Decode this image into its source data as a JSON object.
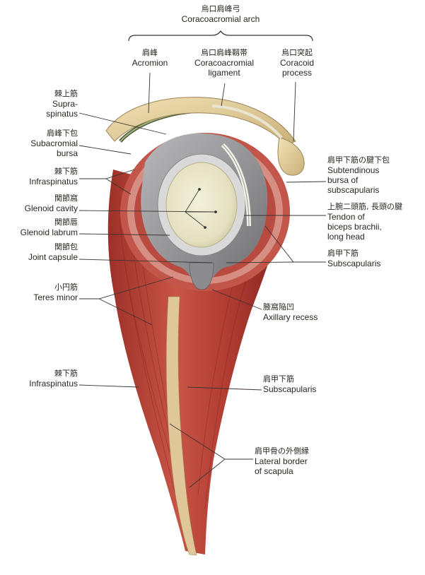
{
  "title": {
    "ja": "烏口肩峰弓",
    "en": "Coracoacromial arch"
  },
  "labels": {
    "acromion": {
      "ja": "肩峰",
      "en": "Acromion"
    },
    "cc_ligament": {
      "ja": "烏口肩峰靱帯",
      "en1": "Coracoacromial",
      "en2": "ligament"
    },
    "coracoid": {
      "ja": "烏口突起",
      "en1": "Coracoid",
      "en2": "process"
    },
    "supraspinatus": {
      "ja": "棘上筋",
      "en1": "Supra-",
      "en2": "spinatus"
    },
    "subacromial_bursa": {
      "ja": "肩峰下包",
      "en1": "Subacromial",
      "en2": "bursa"
    },
    "infraspinatus_top": {
      "ja": "棘下筋",
      "en": "Infraspinatus"
    },
    "glenoid_cavity": {
      "ja": "関節窩",
      "en": "Glenoid cavity"
    },
    "glenoid_labrum": {
      "ja": "関節唇",
      "en": "Glenoid labrum"
    },
    "joint_capsule": {
      "ja": "関節包",
      "en": "Joint capsule"
    },
    "teres_minor": {
      "ja": "小円筋",
      "en": "Teres minor"
    },
    "infraspinatus_bottom": {
      "ja": "棘下筋",
      "en": "Infraspinatus"
    },
    "subtendinous_bursa": {
      "ja": "肩甲下筋の腱下包",
      "en1": "Subtendinous",
      "en2": "bursa of",
      "en3": "subscapularis"
    },
    "biceps_tendon": {
      "ja": "上腕二頭筋, 長頭の腱",
      "en1": "Tendon of",
      "en2": "biceps brachii,",
      "en3": "long head"
    },
    "subscapularis_top": {
      "ja": "肩甲下筋",
      "en": "Subscapularis"
    },
    "axillary_recess": {
      "ja": "腋窩陥凹",
      "en": "Axillary recess"
    },
    "subscapularis_bottom": {
      "ja": "肩甲下筋",
      "en": "Subscapularis"
    },
    "lateral_border": {
      "ja": "肩甲骨の外側縁",
      "en1": "Lateral border",
      "en2": "of scapula"
    }
  },
  "colors": {
    "muscle": "#b8443a",
    "muscle_dark": "#8e2a24",
    "bone": "#e8d6a6",
    "cartilage": "#ece9cf",
    "capsule": "#9a9a9c",
    "leader": "#3a3430"
  }
}
